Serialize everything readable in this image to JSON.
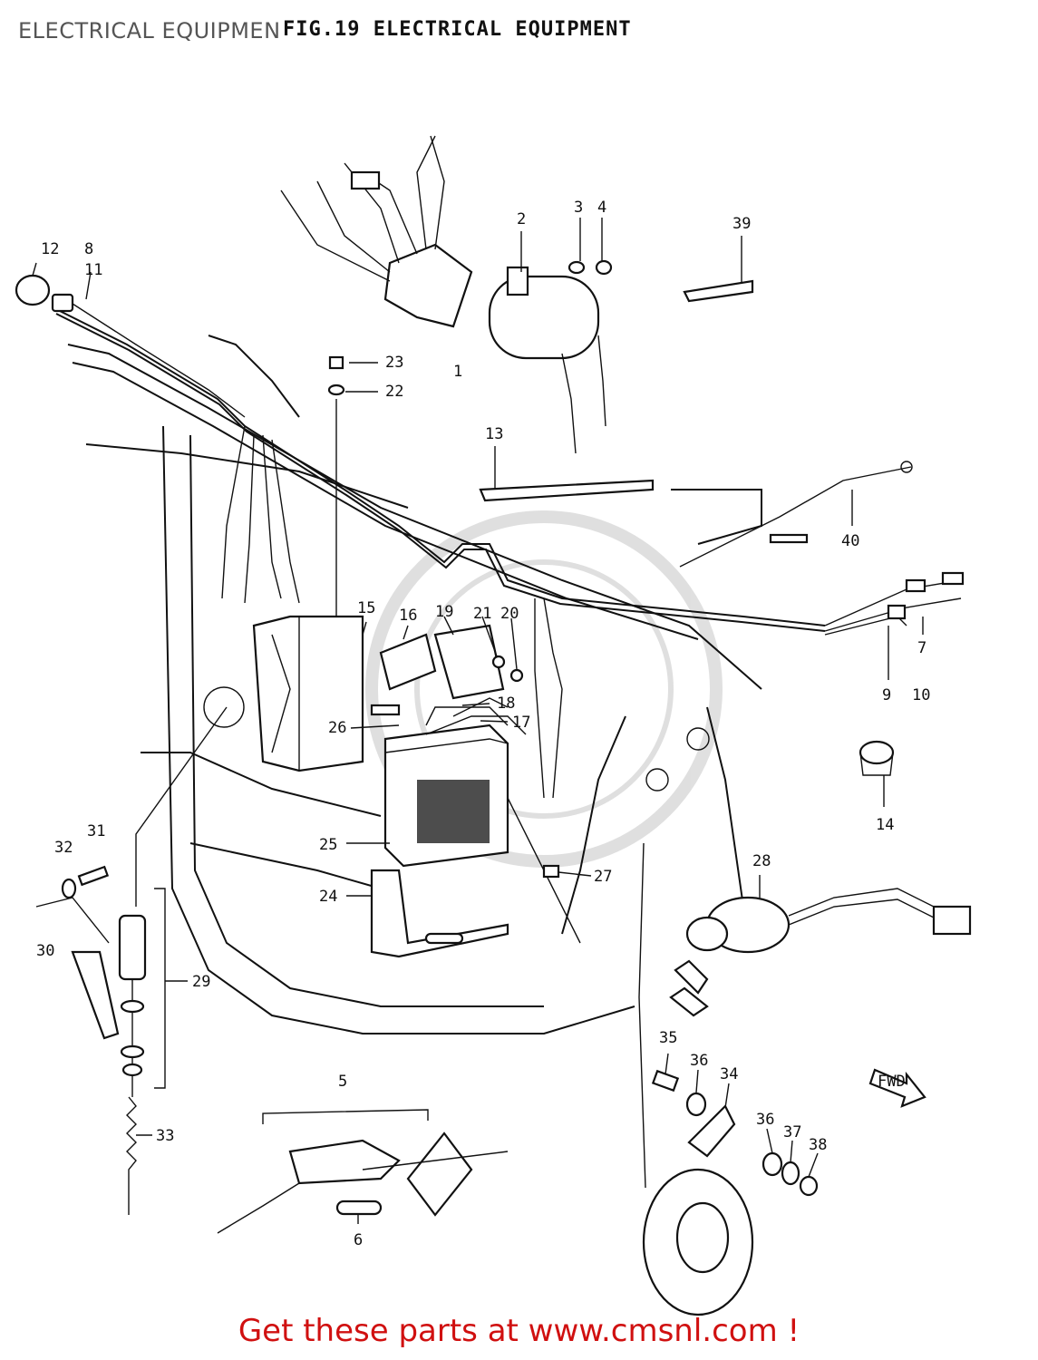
{
  "header": {
    "page_title": "ELECTRICAL EQUIPMENT",
    "figure_title": "FIG.19 ELECTRICAL EQUIPMENT"
  },
  "footer": {
    "link_text": "Get these parts at www.cmsnl.com !",
    "color": "#d01010"
  },
  "callouts": [
    "1",
    "2",
    "3",
    "4",
    "5",
    "6",
    "7",
    "8",
    "9",
    "10",
    "11",
    "12",
    "13",
    "14",
    "15",
    "16",
    "17",
    "18",
    "19",
    "20",
    "21",
    "22",
    "23",
    "24",
    "25",
    "26",
    "27",
    "28",
    "29",
    "30",
    "31",
    "32",
    "33",
    "34",
    "35",
    "36",
    "37",
    "38",
    "39",
    "40"
  ],
  "direction_marker": "FWD"
}
